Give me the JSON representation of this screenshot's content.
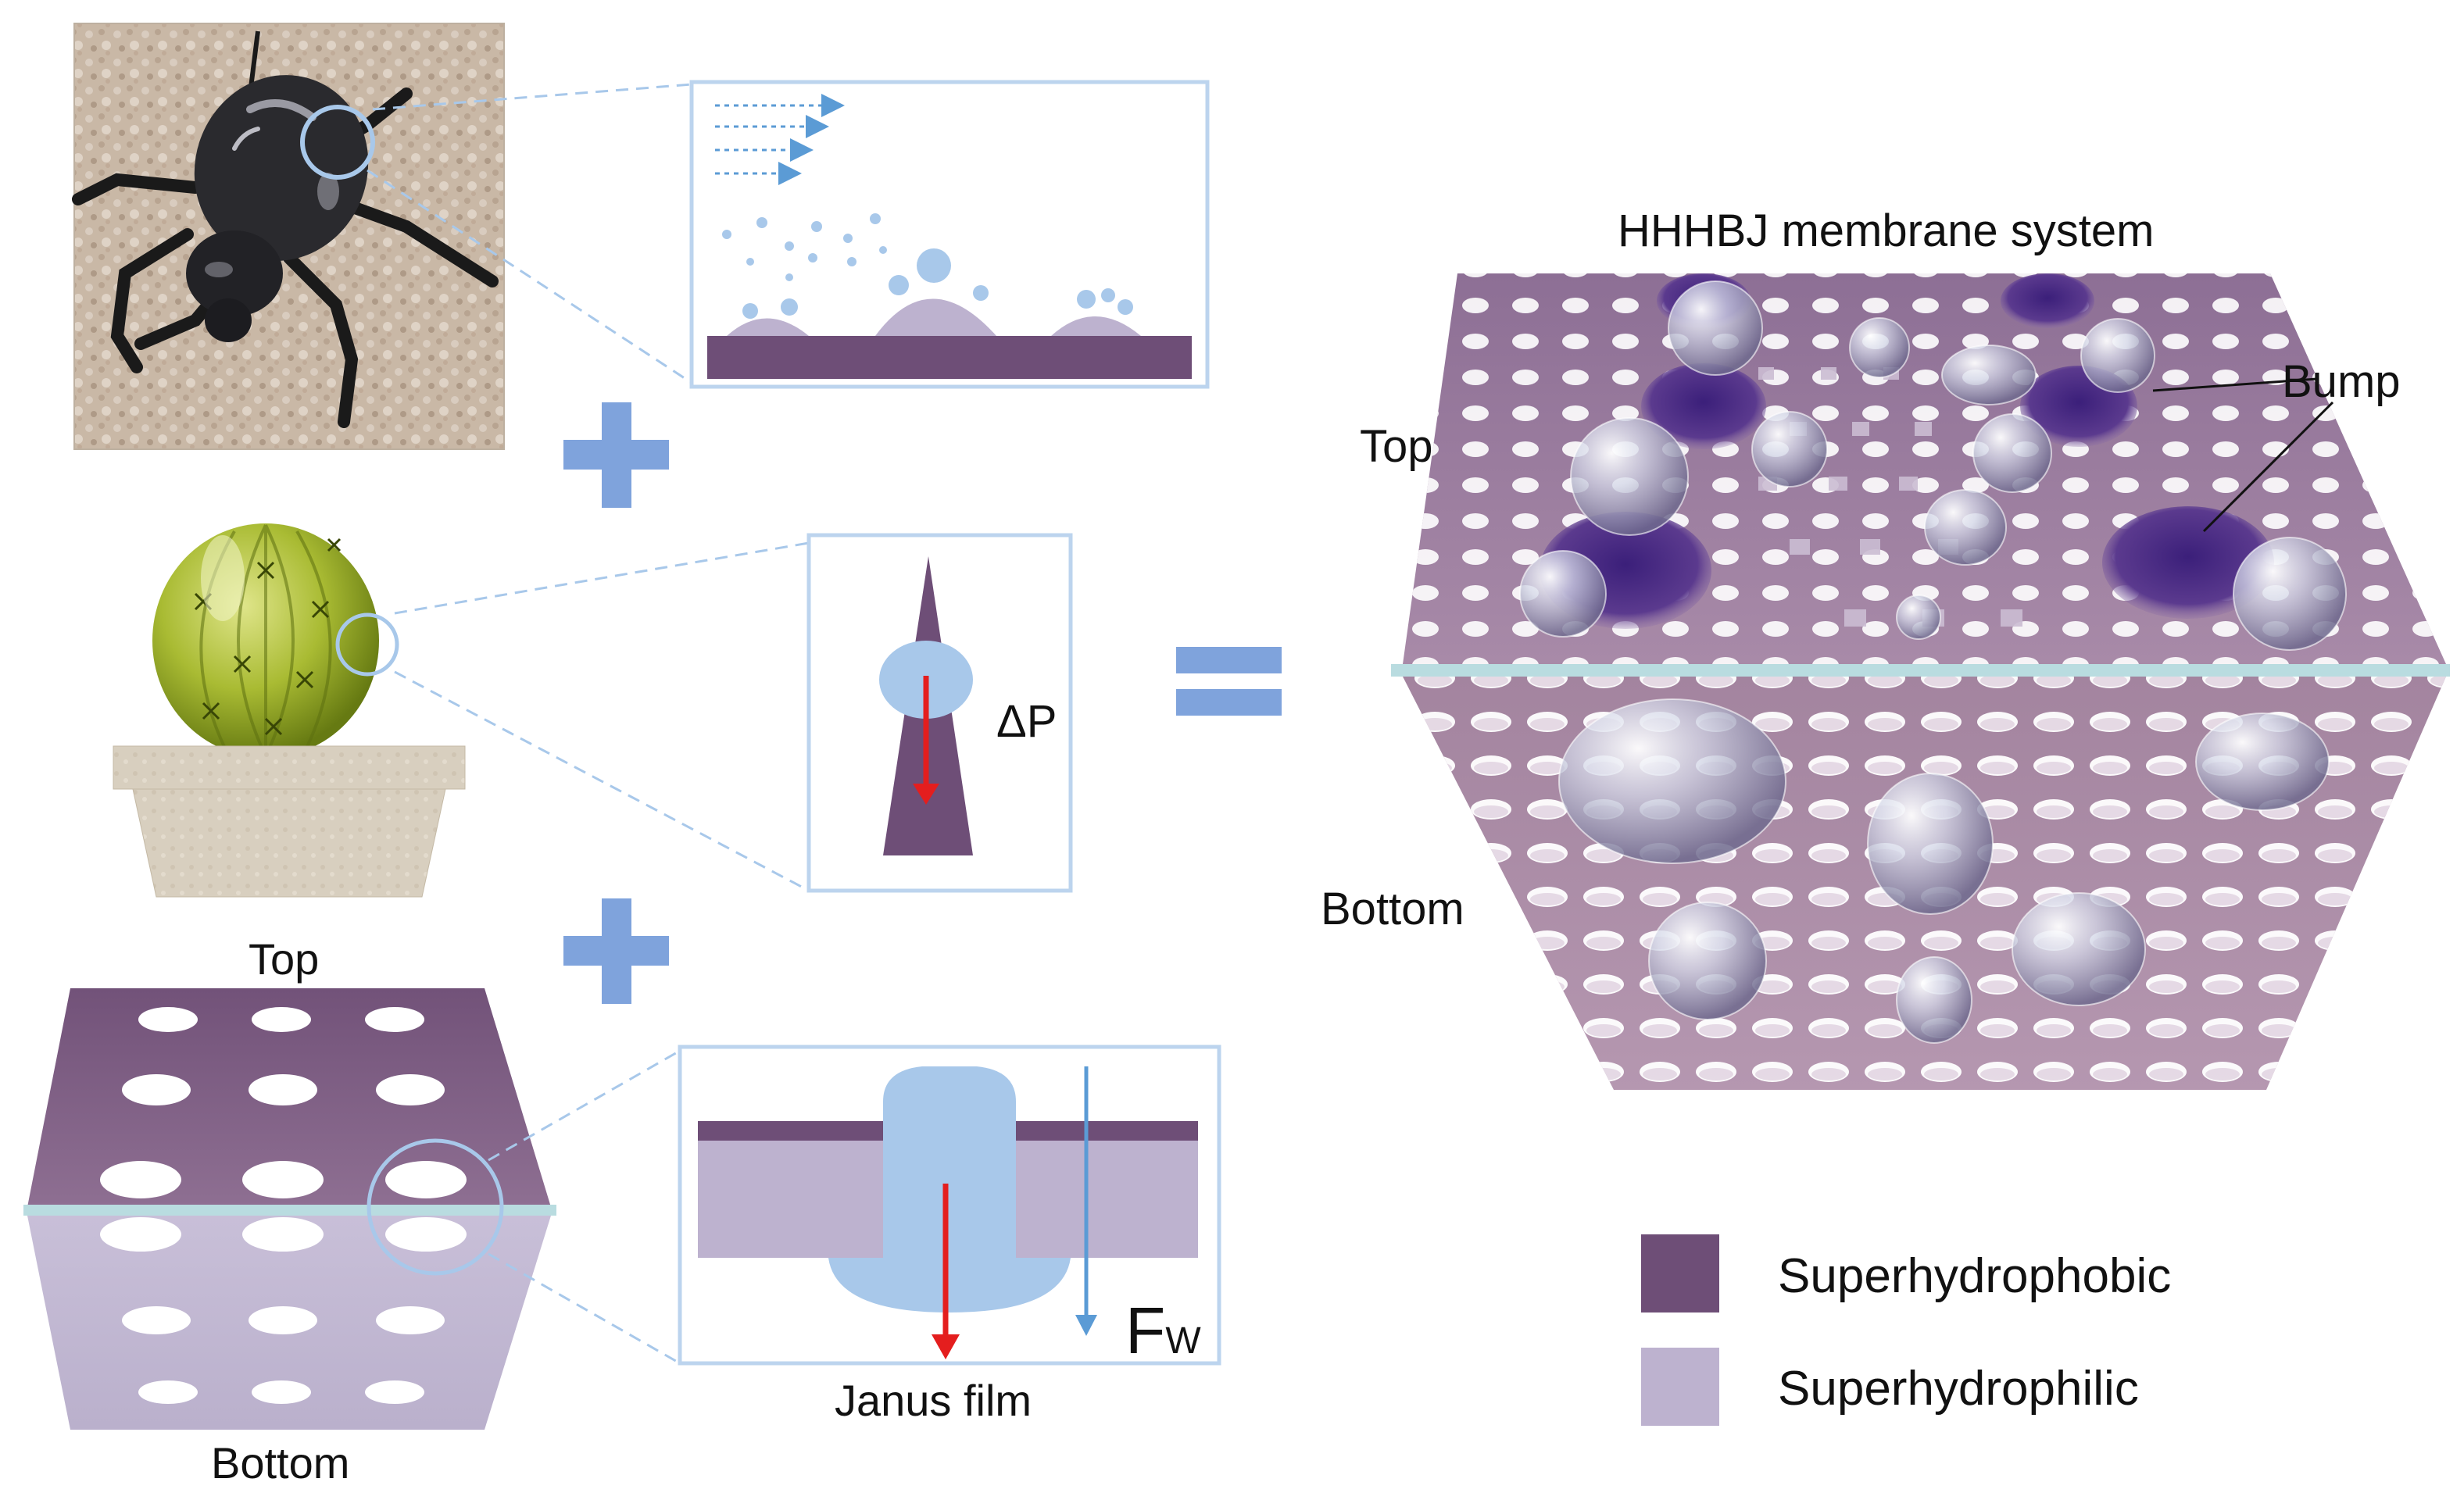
{
  "labels": {
    "system_title": "HHHBJ membrane system",
    "top_right": "Top",
    "bottom_right": "Bottom",
    "bump": "Bump",
    "top_left": "Top",
    "bottom_left": "Bottom",
    "janus_film": "Janus film",
    "delta_p": "ΔP",
    "force_symbol": "F",
    "force_subscript": "W"
  },
  "legend": [
    {
      "label": "Superhydrophobic",
      "color": "#6e4e77"
    },
    {
      "label": "Superhydrophilic",
      "color": "#bdb2cf"
    }
  ],
  "colors": {
    "superhydrophobic": "#6e4e77",
    "superhydrophilic": "#bdb2cf",
    "water": "#a8c8ea",
    "arrow_red": "#e41e1e",
    "arrow_blue": "#5b9bd5",
    "operator": "#7fa3dc",
    "frame": "#bcd4ee"
  },
  "icons": {
    "beetle": "beetle-illustration",
    "cactus": "cactus-illustration",
    "plus": "plus-icon",
    "equals": "equals-icon"
  }
}
